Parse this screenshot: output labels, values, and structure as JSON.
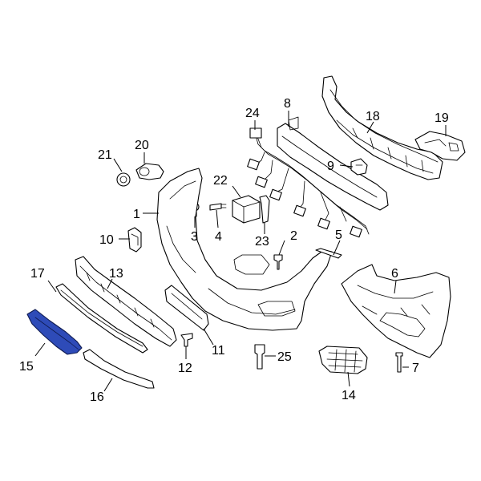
{
  "highlight_color": "#2e4bb8",
  "callouts": {
    "c1": "1",
    "c2": "2",
    "c3": "3",
    "c4": "4",
    "c5": "5",
    "c6": "6",
    "c7": "7",
    "c8": "8",
    "c9": "9",
    "c10": "10",
    "c11": "11",
    "c12": "12",
    "c13": "13",
    "c14": "14",
    "c15": "15",
    "c16": "16",
    "c17": "17",
    "c18": "18",
    "c19": "19",
    "c20": "20",
    "c21": "21",
    "c22": "22",
    "c23": "23",
    "c24": "24",
    "c25": "25"
  }
}
